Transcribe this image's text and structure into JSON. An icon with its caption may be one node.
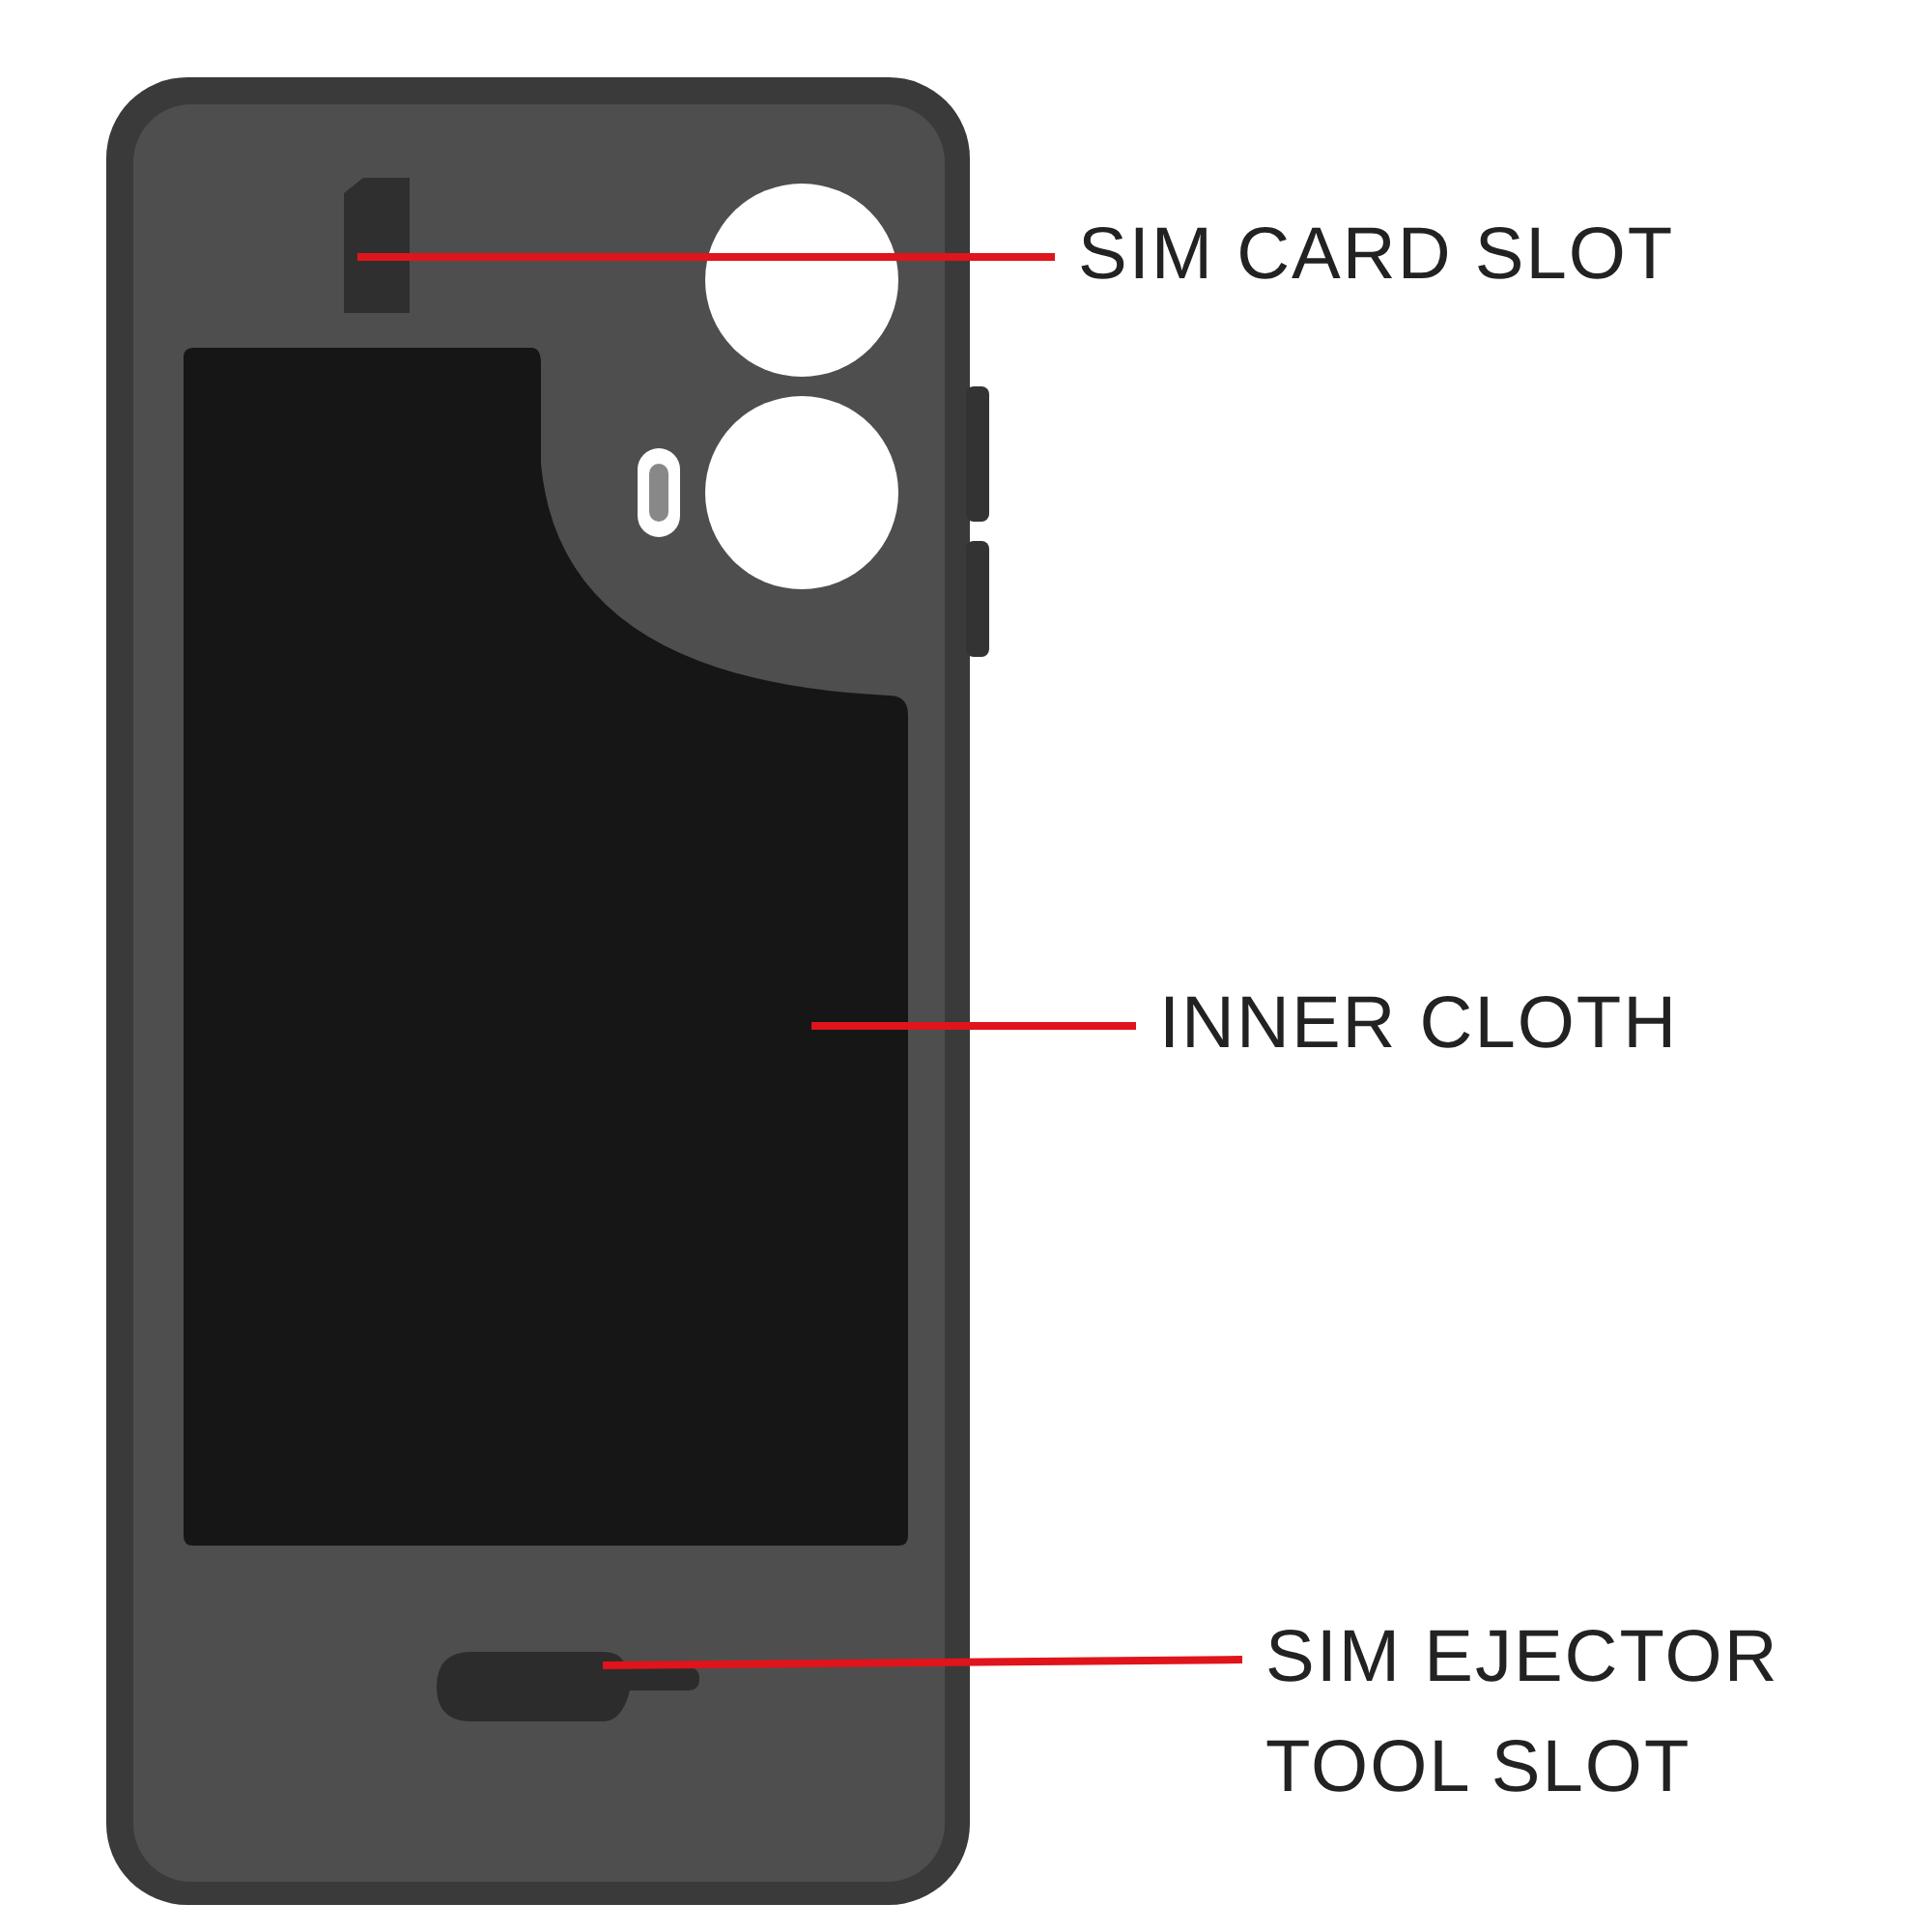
{
  "diagram": {
    "nodes": [
      {
        "text": [
          "SIM CARD SLOT"
        ]
      },
      {
        "text": [],
        "shape": "box"
      },
      {
        "text": [
          "INNER CLOTH"
        ]
      },
      {
        "text": [],
        "shape": "box"
      },
      {
        "text": [
          "SIM EJECTOR TOOL SLOT"
        ]
      },
      {
        "text": [],
        "shape": "box"
      }
    ],
    "edges": [
      {
        "from": 0,
        "to": 1,
        "arrow": "none"
      },
      {
        "from": 2,
        "to": 3,
        "arrow": "none"
      },
      {
        "from": 4,
        "to": 5,
        "arrow": "none"
      }
    ]
  }
}
